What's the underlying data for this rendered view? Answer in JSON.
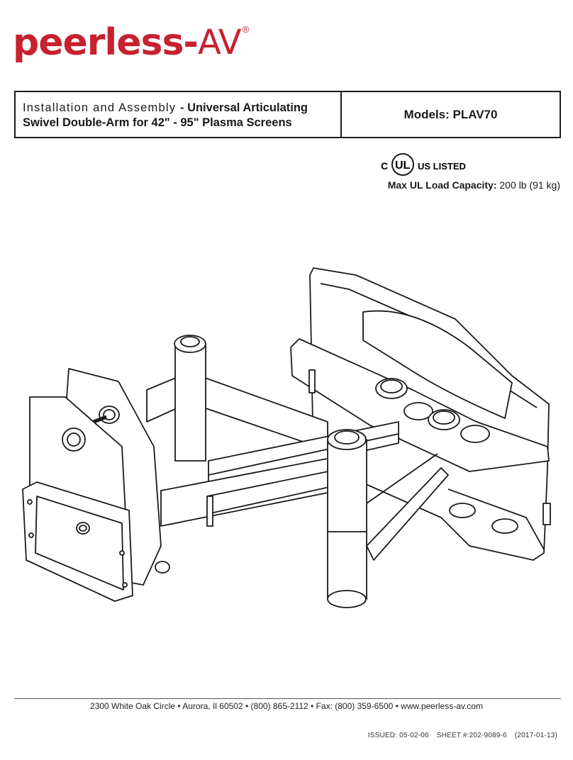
{
  "brand": {
    "main": "peerless-",
    "suffix": "AV",
    "reg": "®"
  },
  "title": {
    "line1_light": "Installation and Assembly ",
    "line1_bold": "- Universal Articulating",
    "line2": "Swivel Double-Arm for 42\" - 95\"  Plasma Screens",
    "models": "Models: PLAV70"
  },
  "certification": {
    "c": "C",
    "ul": "UL",
    "listed": "US LISTED"
  },
  "capacity": {
    "label": "Max UL Load Capacity:",
    "value": "200 lb (91 kg)"
  },
  "footer": {
    "address": "2300 White Oak Circle  •  Aurora, Il 60502  •  (800) 865-2112  •  Fax: (800) 359-6500  •  www.peerless-av.com",
    "issued": "ISSUED: 05-02-06",
    "sheet": "SHEET #:202-9089-6",
    "date": "(2017-01-13)"
  },
  "colors": {
    "brand_red": "#c8202f",
    "ink": "#1a1a1a"
  }
}
